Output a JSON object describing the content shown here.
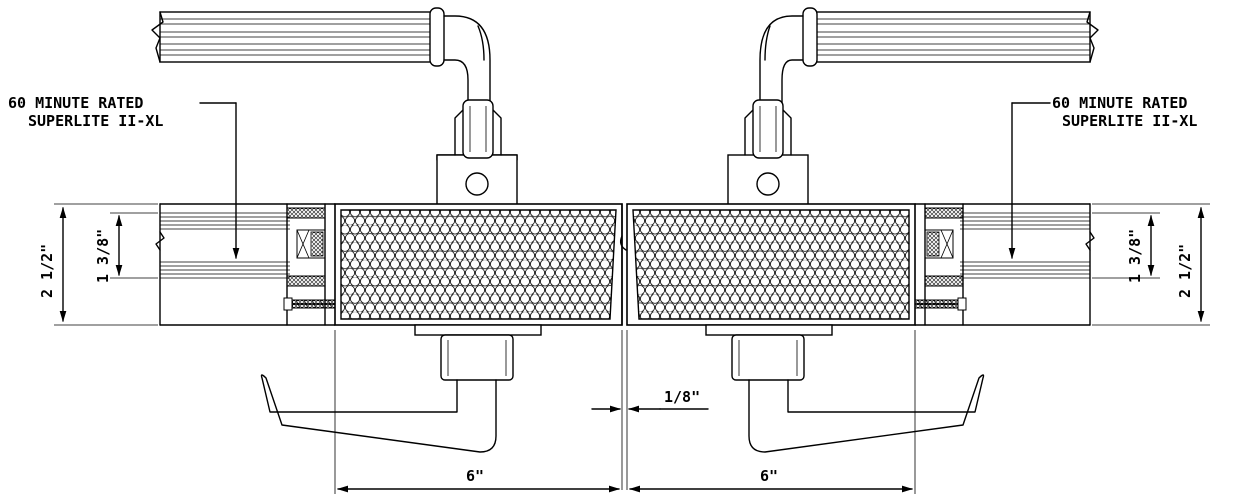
{
  "labels": {
    "left_note_line1": "60 MINUTE RATED",
    "left_note_line2": "SUPERLITE II-XL",
    "right_note_line1": "60 MINUTE RATED",
    "right_note_line2": "SUPERLITE II-XL"
  },
  "dimensions": {
    "overall_thickness_left": "2 1/2\"",
    "glass_thickness_left": "1 3/8\"",
    "overall_thickness_right": "2 1/2\"",
    "glass_thickness_right": "1 3/8\"",
    "gap": "1/8\"",
    "stile_width_left": "6\"",
    "stile_width_right": "6\""
  }
}
